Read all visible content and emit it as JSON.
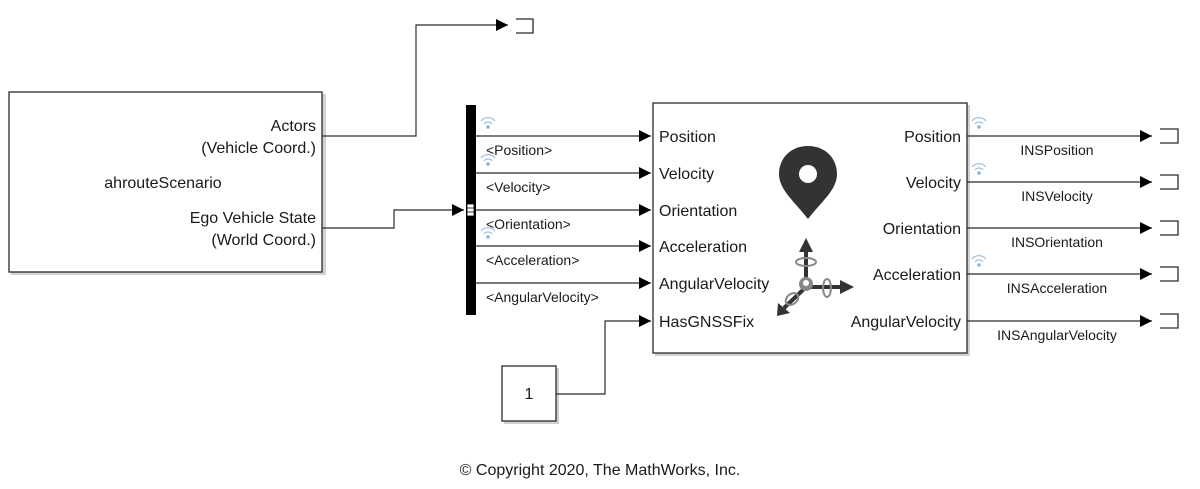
{
  "scenario_block": {
    "name": "ahrouteScenario",
    "outputs": [
      {
        "line1": "Actors",
        "line2": "(Vehicle Coord.)"
      },
      {
        "line1": "Ego Vehicle State",
        "line2": "(World Coord.)"
      }
    ]
  },
  "bus_selector": {
    "signals": [
      "<Position>",
      "<Velocity>",
      "<Orientation>",
      "<Acceleration>",
      "<AngularVelocity>"
    ],
    "logged": [
      true,
      true,
      false,
      true,
      false
    ]
  },
  "ins_block": {
    "inputs": [
      "Position",
      "Velocity",
      "Orientation",
      "Acceleration",
      "AngularVelocity",
      "HasGNSSFix"
    ],
    "outputs": [
      "Position",
      "Velocity",
      "Orientation",
      "Acceleration",
      "AngularVelocity"
    ],
    "icons": [
      "map-pin-icon",
      "axes-rotation-icon"
    ]
  },
  "output_signals": {
    "labels": [
      "INSPosition",
      "INSVelocity",
      "INSOrientation",
      "INSAcceleration",
      "INSAngularVelocity"
    ],
    "logged": [
      true,
      true,
      false,
      true,
      false
    ]
  },
  "constant_block": {
    "value": "1"
  },
  "footer": {
    "copyright": "© Copyright 2020, The MathWorks, Inc."
  },
  "colors": {
    "wire": "#2b2b2b",
    "logging": "#8cb4d9",
    "bus_bar": "#000000",
    "icon": "#333333"
  }
}
